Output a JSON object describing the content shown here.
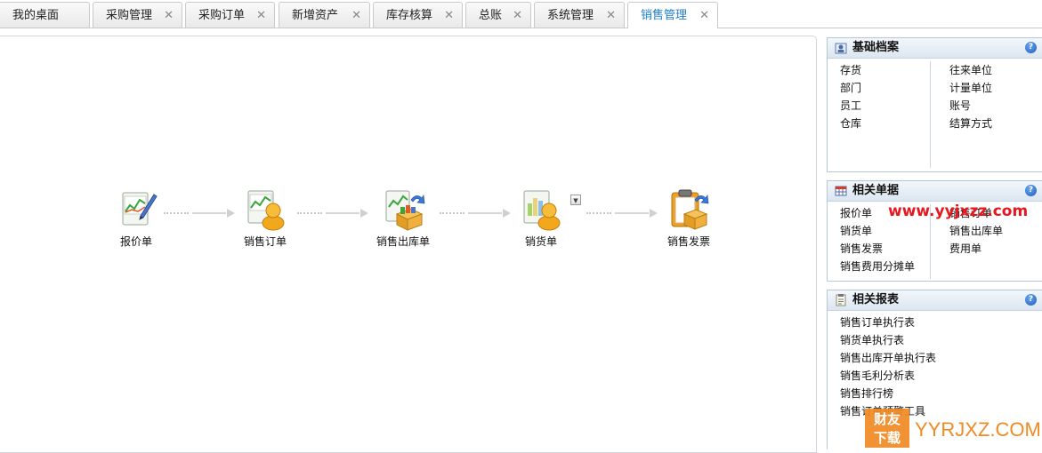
{
  "tabs": [
    {
      "label": "我的桌面",
      "closable": false,
      "active": false
    },
    {
      "label": "采购管理",
      "closable": true,
      "active": false
    },
    {
      "label": "采购订单",
      "closable": true,
      "active": false
    },
    {
      "label": "新增资产",
      "closable": true,
      "active": false
    },
    {
      "label": "库存核算",
      "closable": true,
      "active": false
    },
    {
      "label": "总账",
      "closable": true,
      "active": false
    },
    {
      "label": "系统管理",
      "closable": true,
      "active": false
    },
    {
      "label": "销售管理",
      "closable": true,
      "active": true
    }
  ],
  "close_glyph": "✕",
  "flow": {
    "nodes": [
      {
        "label": "报价单",
        "icon": "quote-doc-icon"
      },
      {
        "label": "销售订单",
        "icon": "sales-order-user-icon"
      },
      {
        "label": "销售出库单",
        "icon": "sales-outbound-box-icon"
      },
      {
        "label": "销货单",
        "icon": "sales-delivery-user-icon"
      },
      {
        "label": "销售发票",
        "icon": "sales-invoice-clipboard-icon"
      }
    ],
    "dropdown_glyph": "▼"
  },
  "panels": {
    "basic": {
      "title": "基础档案",
      "icon": "user-profile-icon",
      "left": [
        "存货",
        "部门",
        "员工",
        "仓库"
      ],
      "right": [
        "往来单位",
        "计量单位",
        "账号",
        "结算方式"
      ]
    },
    "docs": {
      "title": "相关单据",
      "icon": "table-grid-icon",
      "left": [
        "报价单",
        "销货单",
        "销售发票",
        "销售费用分摊单"
      ],
      "right": [
        "销售订单",
        "销售出库单",
        "费用单"
      ]
    },
    "reports": {
      "title": "相关报表",
      "icon": "report-list-icon",
      "items": [
        "销售订单执行表",
        "销货单执行表",
        "销售出库开单执行表",
        "销售毛利分析表",
        "销售排行榜",
        "销售订单预警工具"
      ]
    },
    "help_glyph": "?"
  },
  "watermark": "www.yyjxzz.com",
  "logo": {
    "badge_top": "财友",
    "badge_bottom": "下载",
    "text": "YYRJXZ.COM"
  },
  "colors": {
    "active_tab": "#1e7fc8",
    "watermark": "#e8161e",
    "logo_orange": "#f08a24"
  }
}
